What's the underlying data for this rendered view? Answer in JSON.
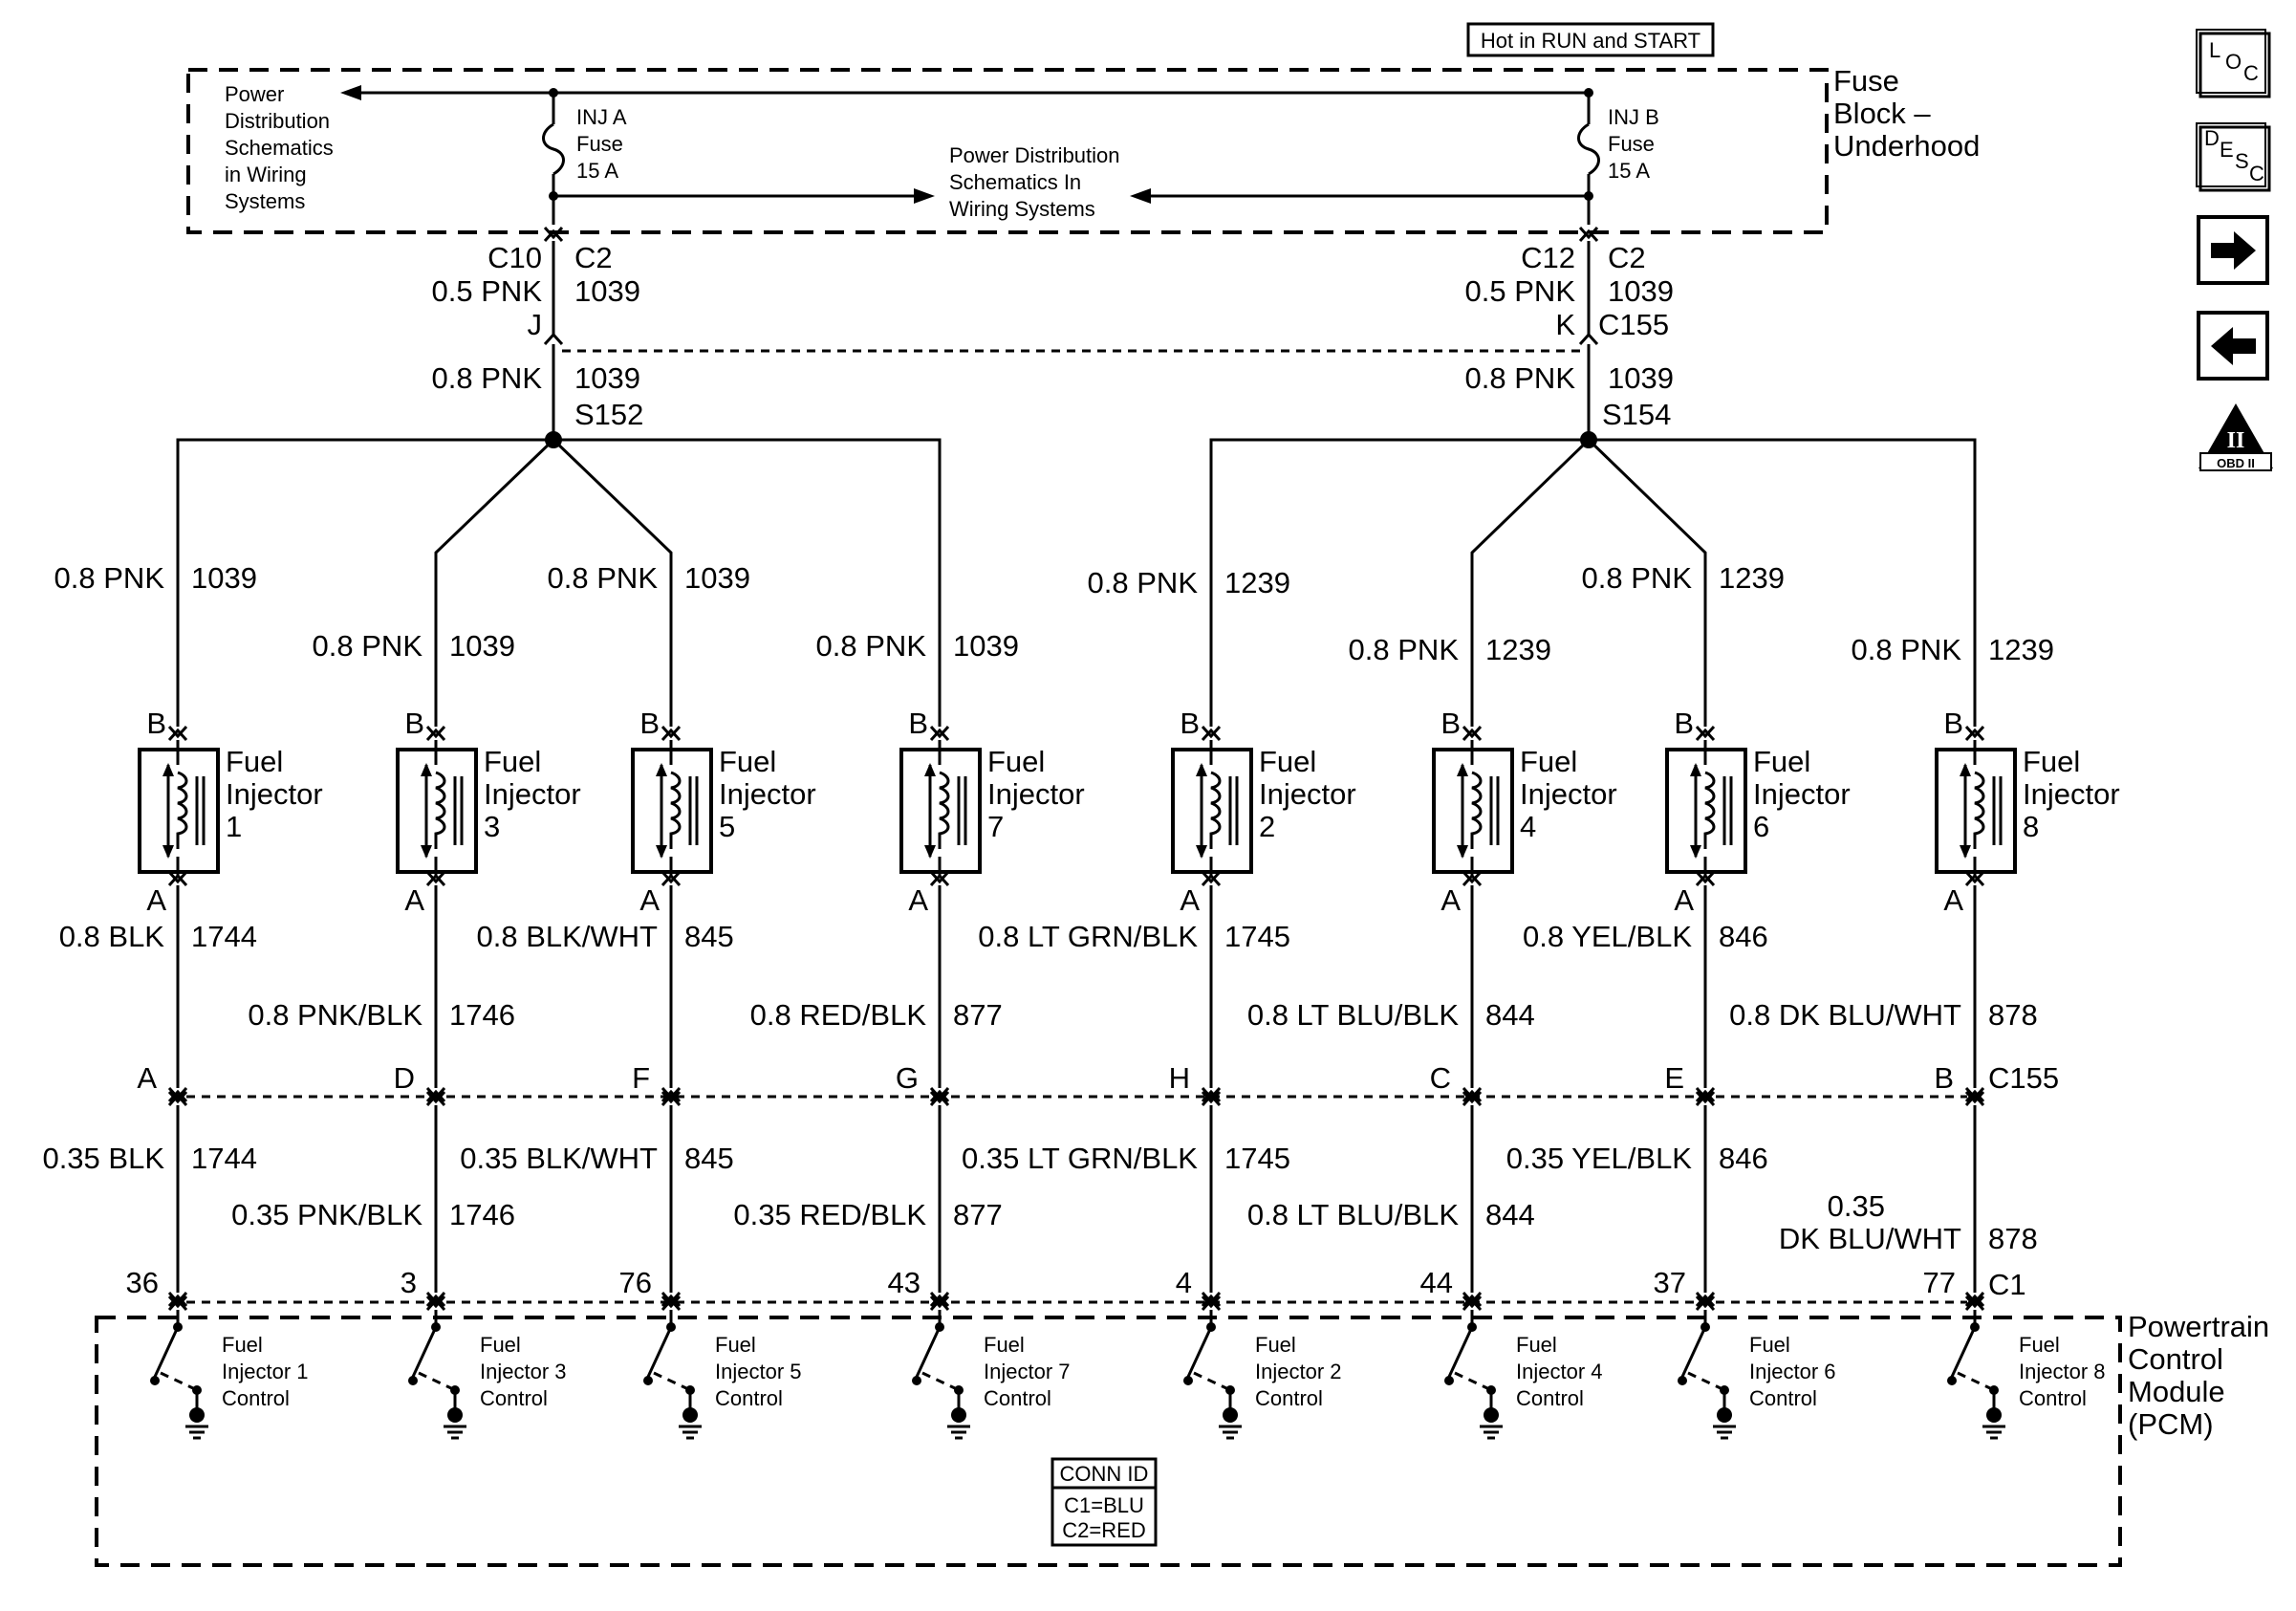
{
  "header": {
    "hot_label": "Hot in RUN and START"
  },
  "fuse_block": {
    "title_lines": [
      "Fuse",
      "Block –",
      "Underhood"
    ],
    "left_ref_lines": [
      "Power",
      "Distribution",
      "Schematics",
      "in Wiring",
      "Systems"
    ],
    "center_ref_lines": [
      "Power Distribution",
      "Schematics In",
      "Wiring Systems"
    ],
    "fuse_a_lines": [
      "INJ A",
      "Fuse",
      "15 A"
    ],
    "fuse_b_lines": [
      "INJ B",
      "Fuse",
      "15 A"
    ]
  },
  "feed_left": {
    "conn_top": "C10",
    "conn_c2": "C2",
    "wire": "0.5 PNK",
    "circuit": "1039",
    "pin": "J",
    "wire2": "0.8 PNK",
    "circuit2": "1039",
    "splice": "S152"
  },
  "feed_right": {
    "conn_top": "C12",
    "conn_c2": "C2",
    "wire": "0.5 PNK",
    "circuit": "1039",
    "pin": "K",
    "conn2": "C155",
    "wire2": "0.8 PNK",
    "circuit2": "1039",
    "splice": "S154"
  },
  "injectors": [
    {
      "name": "Fuel",
      "name2": "Injector",
      "num": "1",
      "top_wire": "0.8 PNK",
      "top_circuit": "1039",
      "pin_b": "B",
      "pin_a": "A",
      "mid_wire": "0.8 BLK",
      "mid_circuit": "1744",
      "c155_pin": "A",
      "low_wire": "0.35 BLK",
      "low_circuit": "1744",
      "pcm_pin": "36",
      "ctrl": [
        "Fuel",
        "Injector 1",
        "Control"
      ]
    },
    {
      "name": "Fuel",
      "name2": "Injector",
      "num": "3",
      "top_wire": "0.8 PNK",
      "top_circuit": "1039",
      "pin_b": "B",
      "pin_a": "A",
      "mid_wire": "0.8 PNK/BLK",
      "mid_circuit": "1746",
      "c155_pin": "D",
      "low_wire": "0.35 PNK/BLK",
      "low_circuit": "1746",
      "pcm_pin": "3",
      "ctrl": [
        "Fuel",
        "Injector 3",
        "Control"
      ]
    },
    {
      "name": "Fuel",
      "name2": "Injector",
      "num": "5",
      "top_wire": "0.8 PNK",
      "top_circuit": "1039",
      "pin_b": "B",
      "pin_a": "A",
      "mid_wire": "0.8 BLK/WHT",
      "mid_circuit": "845",
      "c155_pin": "F",
      "low_wire": "0.35 BLK/WHT",
      "low_circuit": "845",
      "pcm_pin": "76",
      "ctrl": [
        "Fuel",
        "Injector 5",
        "Control"
      ]
    },
    {
      "name": "Fuel",
      "name2": "Injector",
      "num": "7",
      "top_wire": "0.8 PNK",
      "top_circuit": "1039",
      "pin_b": "B",
      "pin_a": "A",
      "mid_wire": "0.8 RED/BLK",
      "mid_circuit": "877",
      "c155_pin": "G",
      "low_wire": "0.35 RED/BLK",
      "low_circuit": "877",
      "pcm_pin": "43",
      "ctrl": [
        "Fuel",
        "Injector 7",
        "Control"
      ]
    },
    {
      "name": "Fuel",
      "name2": "Injector",
      "num": "2",
      "top_wire": "0.8 PNK",
      "top_circuit": "1239",
      "pin_b": "B",
      "pin_a": "A",
      "mid_wire": "0.8 LT GRN/BLK",
      "mid_circuit": "1745",
      "c155_pin": "H",
      "low_wire": "0.35 LT GRN/BLK",
      "low_circuit": "1745",
      "pcm_pin": "4",
      "ctrl": [
        "Fuel",
        "Injector 2",
        "Control"
      ]
    },
    {
      "name": "Fuel",
      "name2": "Injector",
      "num": "4",
      "top_wire": "0.8 PNK",
      "top_circuit": "1239",
      "pin_b": "B",
      "pin_a": "A",
      "mid_wire": "0.8 LT BLU/BLK",
      "mid_circuit": "844",
      "c155_pin": "C",
      "low_wire": "0.8 LT BLU/BLK",
      "low_circuit": "844",
      "pcm_pin": "44",
      "ctrl": [
        "Fuel",
        "Injector 4",
        "Control"
      ]
    },
    {
      "name": "Fuel",
      "name2": "Injector",
      "num": "6",
      "top_wire": "0.8 PNK",
      "top_circuit": "1239",
      "pin_b": "B",
      "pin_a": "A",
      "mid_wire": "0.8 YEL/BLK",
      "mid_circuit": "846",
      "c155_pin": "E",
      "low_wire": "0.35 YEL/BLK",
      "low_circuit": "846",
      "pcm_pin": "37",
      "ctrl": [
        "Fuel",
        "Injector 6",
        "Control"
      ]
    },
    {
      "name": "Fuel",
      "name2": "Injector",
      "num": "8",
      "top_wire": "0.8 PNK",
      "top_circuit": "1239",
      "pin_b": "B",
      "pin_a": "A",
      "mid_wire": "0.8 DK BLU/WHT",
      "mid_circuit": "878",
      "c155_pin": "B",
      "low_wire_l1": "0.35",
      "low_wire": "DK BLU/WHT",
      "low_circuit": "878",
      "pcm_pin": "77",
      "ctrl": [
        "Fuel",
        "Injector 8",
        "Control"
      ]
    }
  ],
  "connectors": {
    "c155": "C155",
    "c1": "C1"
  },
  "pcm": {
    "title_lines": [
      "Powertrain",
      "Control",
      "Module",
      "(PCM)"
    ]
  },
  "conn_id": {
    "title": "CONN ID",
    "lines": [
      "C1=BLU",
      "C2=RED"
    ]
  },
  "side_buttons": {
    "loc": [
      "L",
      "O",
      "C"
    ],
    "desc": [
      "D",
      "E",
      "S",
      "C"
    ],
    "next_icon": "right-arrow-icon",
    "prev_icon": "left-arrow-icon",
    "obd_mark": "II",
    "obd_label": "OBD II"
  }
}
